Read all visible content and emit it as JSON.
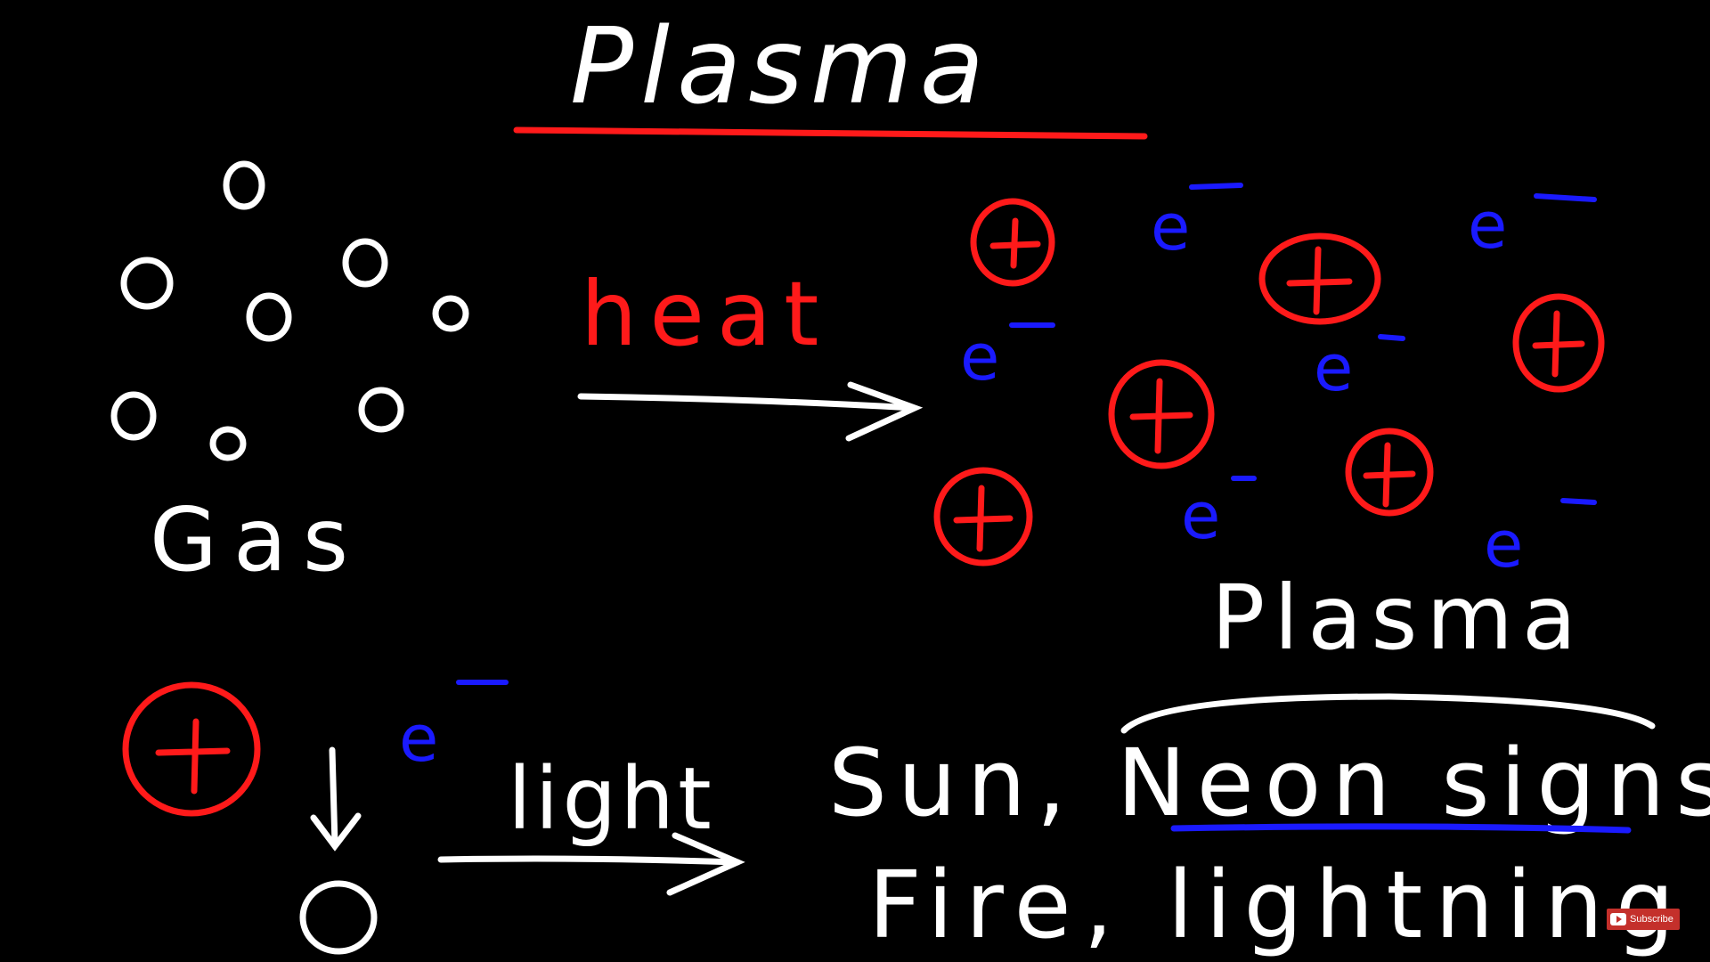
{
  "title": "Plasma",
  "labels": {
    "heat": "heat",
    "gas": "Gas",
    "plasma": "Plasma",
    "light": "light",
    "examples_line1": "Sun, Neon signs,",
    "examples_line2": "Fire, lightning"
  },
  "examples": [
    "Sun",
    "Neon signs",
    "Fire",
    "lightning"
  ],
  "symbols": {
    "positive_ion": "+",
    "electron": "e",
    "electron_charge": "−"
  },
  "colors": {
    "background": "#000000",
    "ink": "#ffffff",
    "positive": "#ff1a1a",
    "electron": "#1a1aff"
  },
  "subscribe_button": {
    "label": "Subscribe",
    "icon": "youtube-play-icon"
  }
}
